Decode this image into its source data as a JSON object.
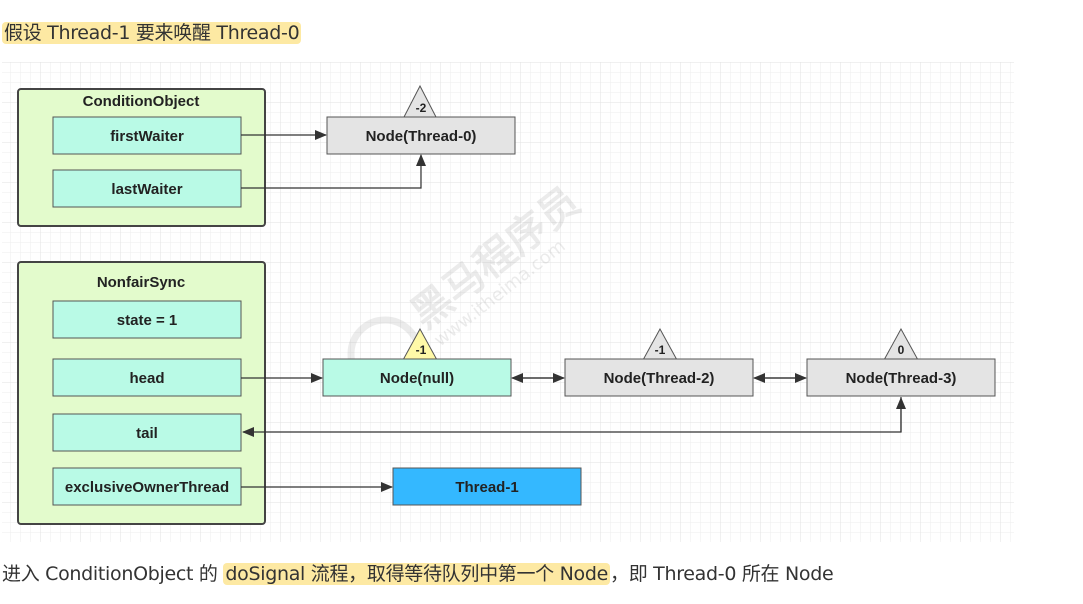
{
  "top_caption": "假设 Thread-1 要来唤醒 Thread-0",
  "bottom_caption": {
    "prefix": "进入 ConditionObject 的 ",
    "highlight": "doSignal 流程，取得等待队列中第一个 Node",
    "suffix": "，即 Thread-0 所在 Node"
  },
  "condition_object": {
    "title": "ConditionObject",
    "fields": [
      "firstWaiter",
      "lastWaiter"
    ]
  },
  "waiter_node": {
    "label": "Node(Thread-0)",
    "status": "-2"
  },
  "nonfair_sync": {
    "title": "NonfairSync",
    "fields": [
      "state = 1",
      "head",
      "tail",
      "exclusiveOwnerThread"
    ]
  },
  "queue_nodes": [
    {
      "label": "Node(null)",
      "status": "-1"
    },
    {
      "label": "Node(Thread-2)",
      "status": "-1"
    },
    {
      "label": "Node(Thread-3)",
      "status": "0"
    }
  ],
  "owner_thread": "Thread-1",
  "watermark": {
    "brand": "黑马程序员",
    "url": "www.itheima.com"
  },
  "colors": {
    "container_fill": "#e3fbcc",
    "field_fill": "#b9fae6",
    "node_fill": "#e4e4e4",
    "thread_fill": "#34b8ff",
    "triangle_yellow": "#fff9a8",
    "highlight": "#fde9a3"
  }
}
